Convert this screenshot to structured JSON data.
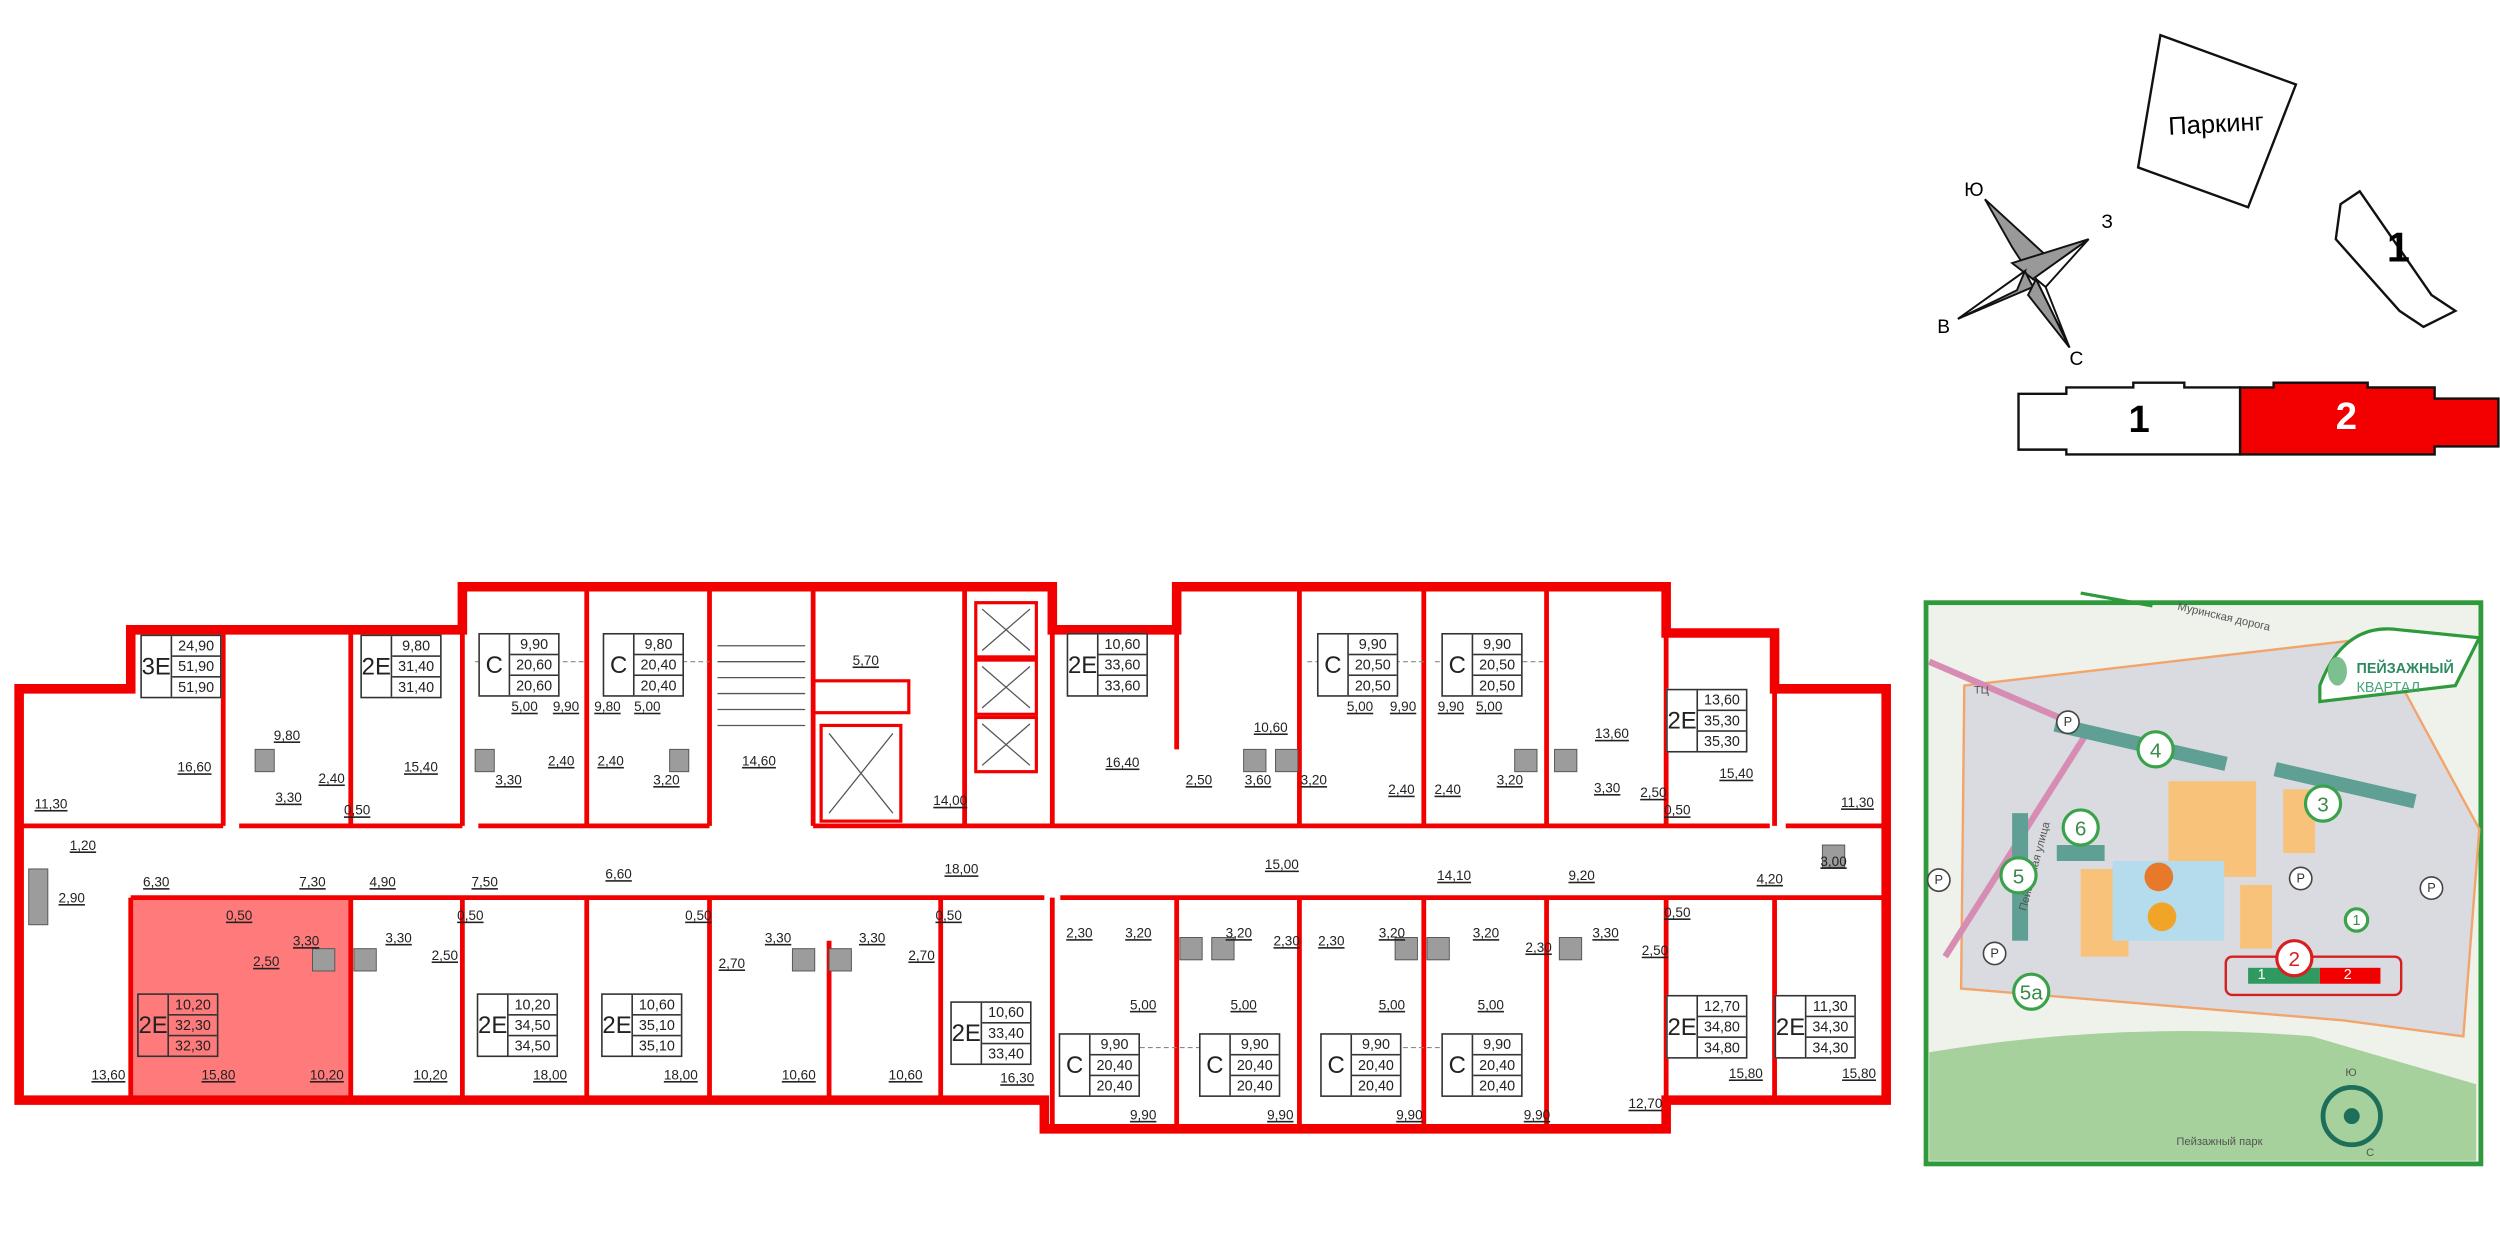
{
  "colors": {
    "wall": "#f20000",
    "selected_unit": "#ff7b7b",
    "map_border": "#2e9a3c",
    "building_selected": "#f20000"
  },
  "units": [
    {
      "type": "3E",
      "values": [
        "24,90",
        "51,90",
        "51,90"
      ]
    },
    {
      "type": "2E",
      "values": [
        "9,80",
        "31,40",
        "31,40"
      ]
    },
    {
      "type": "C",
      "values": [
        "9,90",
        "20,60",
        "20,60"
      ]
    },
    {
      "type": "C",
      "values": [
        "9,80",
        "20,40",
        "20,40"
      ]
    },
    {
      "type": "2E",
      "values": [
        "10,60",
        "33,60",
        "33,60"
      ]
    },
    {
      "type": "C",
      "values": [
        "9,90",
        "20,50",
        "20,50"
      ]
    },
    {
      "type": "C",
      "values": [
        "9,90",
        "20,50",
        "20,50"
      ]
    },
    {
      "type": "2E",
      "values": [
        "13,60",
        "35,30",
        "35,30"
      ]
    },
    {
      "type": "2E",
      "values": [
        "10,20",
        "32,30",
        "32,30"
      ],
      "selected": true
    },
    {
      "type": "2E",
      "values": [
        "10,20",
        "34,50",
        "34,50"
      ]
    },
    {
      "type": "2E",
      "values": [
        "10,60",
        "35,10",
        "35,10"
      ]
    },
    {
      "type": "2E",
      "values": [
        "10,60",
        "33,40",
        "33,40"
      ]
    },
    {
      "type": "C",
      "values": [
        "9,90",
        "20,40",
        "20,40"
      ]
    },
    {
      "type": "C",
      "values": [
        "9,90",
        "20,40",
        "20,40"
      ]
    },
    {
      "type": "C",
      "values": [
        "9,90",
        "20,40",
        "20,40"
      ]
    },
    {
      "type": "C",
      "values": [
        "9,90",
        "20,40",
        "20,40"
      ]
    },
    {
      "type": "2E",
      "values": [
        "12,70",
        "34,80",
        "34,80"
      ]
    },
    {
      "type": "2E",
      "values": [
        "11,30",
        "34,30",
        "34,30"
      ]
    }
  ],
  "rooms": [
    "11,30",
    "16,60",
    "9,80",
    "2,40",
    "15,40",
    "0,50",
    "3,30",
    "5,00",
    "9,90",
    "2,40",
    "3,30",
    "9,80",
    "5,00",
    "2,40",
    "3,20",
    "14,60",
    "5,70",
    "14,00",
    "1,20",
    "2,90",
    "6,30",
    "7,30",
    "4,90",
    "7,50",
    "6,60",
    "18,00",
    "0,50",
    "3,30",
    "3,30",
    "2,50",
    "2,50",
    "0,50",
    "0,50",
    "3,30",
    "3,30",
    "2,70",
    "2,70",
    "0,50",
    "13,60",
    "15,80",
    "10,20",
    "10,20",
    "18,00",
    "18,00",
    "10,60",
    "10,60",
    "16,30",
    "10,60",
    "16,40",
    "2,50",
    "3,60",
    "3,20",
    "5,00",
    "9,90",
    "9,90",
    "5,00",
    "2,40",
    "2,40",
    "3,20",
    "3,30",
    "13,60",
    "2,50",
    "0,50",
    "15,40",
    "11,30",
    "15,00",
    "14,10",
    "9,20",
    "4,20",
    "3,00",
    "2,30",
    "3,20",
    "3,20",
    "2,30",
    "2,30",
    "3,20",
    "3,20",
    "2,30",
    "3,30",
    "2,50",
    "0,50",
    "5,00",
    "5,00",
    "5,00",
    "5,00",
    "9,90",
    "9,90",
    "9,90",
    "9,90",
    "12,70",
    "15,80",
    "15,80"
  ],
  "site_plan": {
    "parking": "Паркинг",
    "building_1_side": "1",
    "building_1": "1",
    "building_2": "2",
    "compass": {
      "s": "Ю",
      "w": "З",
      "e": "В",
      "n": "С"
    }
  },
  "map": {
    "road": "Муринская дорога",
    "mall": "ТЦ",
    "street": "Пейзажная улица",
    "logo_line1": "ПЕЙЗАЖНЫЙ",
    "logo_line2": "КВАРТАЛ",
    "park": "Пейзажный парк",
    "parking": "P",
    "buildings": [
      "4",
      "3",
      "6",
      "5",
      "5а",
      "1"
    ],
    "current": "2",
    "phase_1": "1",
    "phase_2": "2",
    "compass_s": "Ю",
    "compass_n": "С"
  }
}
